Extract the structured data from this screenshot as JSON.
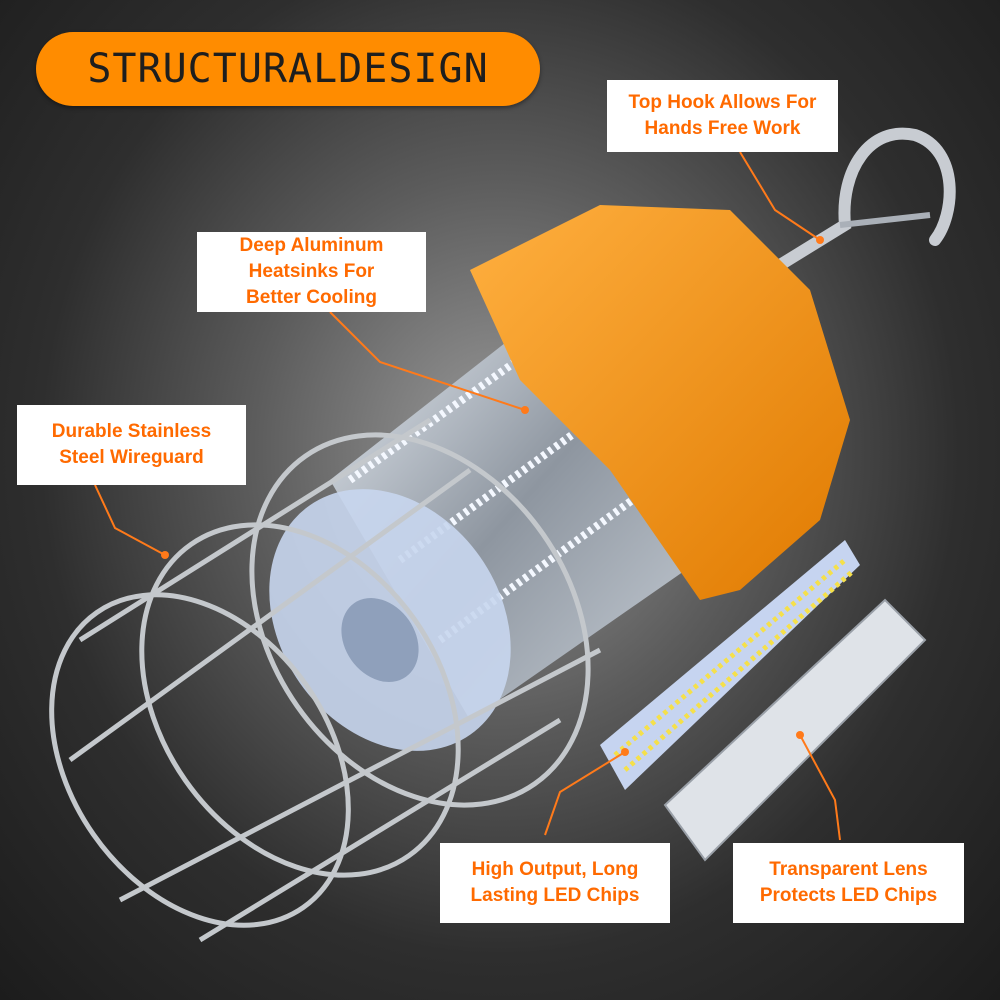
{
  "title": "STRUCTURALDESIGN",
  "callouts": [
    {
      "id": "hook",
      "lines": [
        "Top Hook Allows For",
        "Hands Free Work"
      ]
    },
    {
      "id": "heatsink",
      "lines": [
        "Deep Aluminum",
        "Heatsinks For",
        "Better Cooling"
      ]
    },
    {
      "id": "wireguard",
      "lines": [
        "Durable Stainless",
        "Steel Wireguard"
      ]
    },
    {
      "id": "led",
      "lines": [
        "High Output, Long",
        "Lasting LED Chips"
      ]
    },
    {
      "id": "lens",
      "lines": [
        "Transparent Lens",
        "Protects LED Chips"
      ]
    }
  ],
  "colors": {
    "accent": "#ff8c00",
    "callout_text": "#ff6a00",
    "housing": "#f39a1e",
    "leader": "#ff7a1a"
  }
}
